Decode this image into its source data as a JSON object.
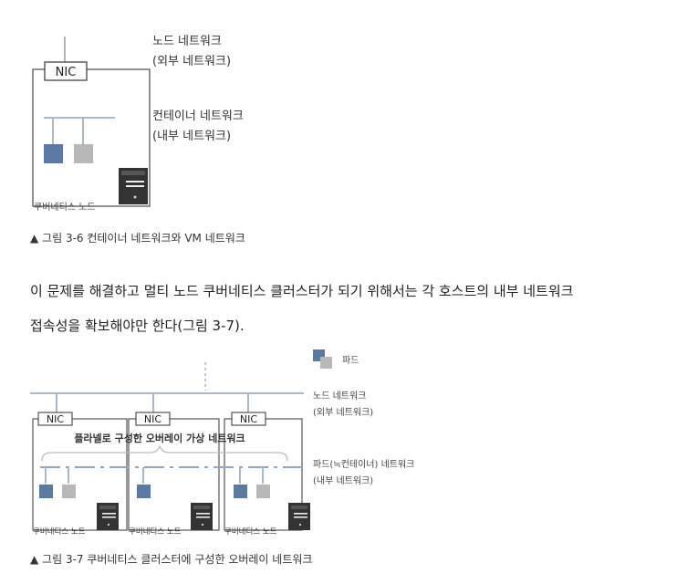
{
  "fig1": {
    "nic_label": "NIC",
    "node_label": "쿠버네티스 노드",
    "node_network_label": "노드 네트워크",
    "node_network_sub": "(외부 네트워크)",
    "container_network_label": "컨테이너 네트워크",
    "container_network_sub": "(내부 네트워크)",
    "caption": "▲ 그림 3-6 컨테이너 네트워크와 VM 네트워크"
  },
  "paragraph": {
    "line1": "이 문제를 해결하고 멀티 노드 쿠버네티스 클러스터가 되기 위해서는 각 호스트의 내부 네트워크",
    "line2": "접속성을 확보해야만 한다(그림 3-7)."
  },
  "fig2": {
    "legend_pod": "파드",
    "nic_labels": [
      "NIC",
      "NIC",
      "NIC"
    ],
    "node_labels": [
      "쿠버네티스 노드",
      "쿠버네티스 노드",
      "쿠버네티스 노드"
    ],
    "overlay_label": "플라넬로 구성한 오버레이 가상 네트워크",
    "node_network_label": "노드 네트워크",
    "node_network_sub": "(외부 네트워크)",
    "pod_network_label": "파드(≒컨테이너) 네트워크",
    "pod_network_sub": "(내부 네트워크)",
    "caption": "▲ 그림 3-7 쿠버네티스 클러스터에 구성한 오버레이 네트워크"
  },
  "colors": {
    "line": "#aab8c8",
    "blue_pod": "#5b7aa3",
    "gray_pod": "#b8b8b8",
    "box": "#555555",
    "server": "#333333"
  }
}
